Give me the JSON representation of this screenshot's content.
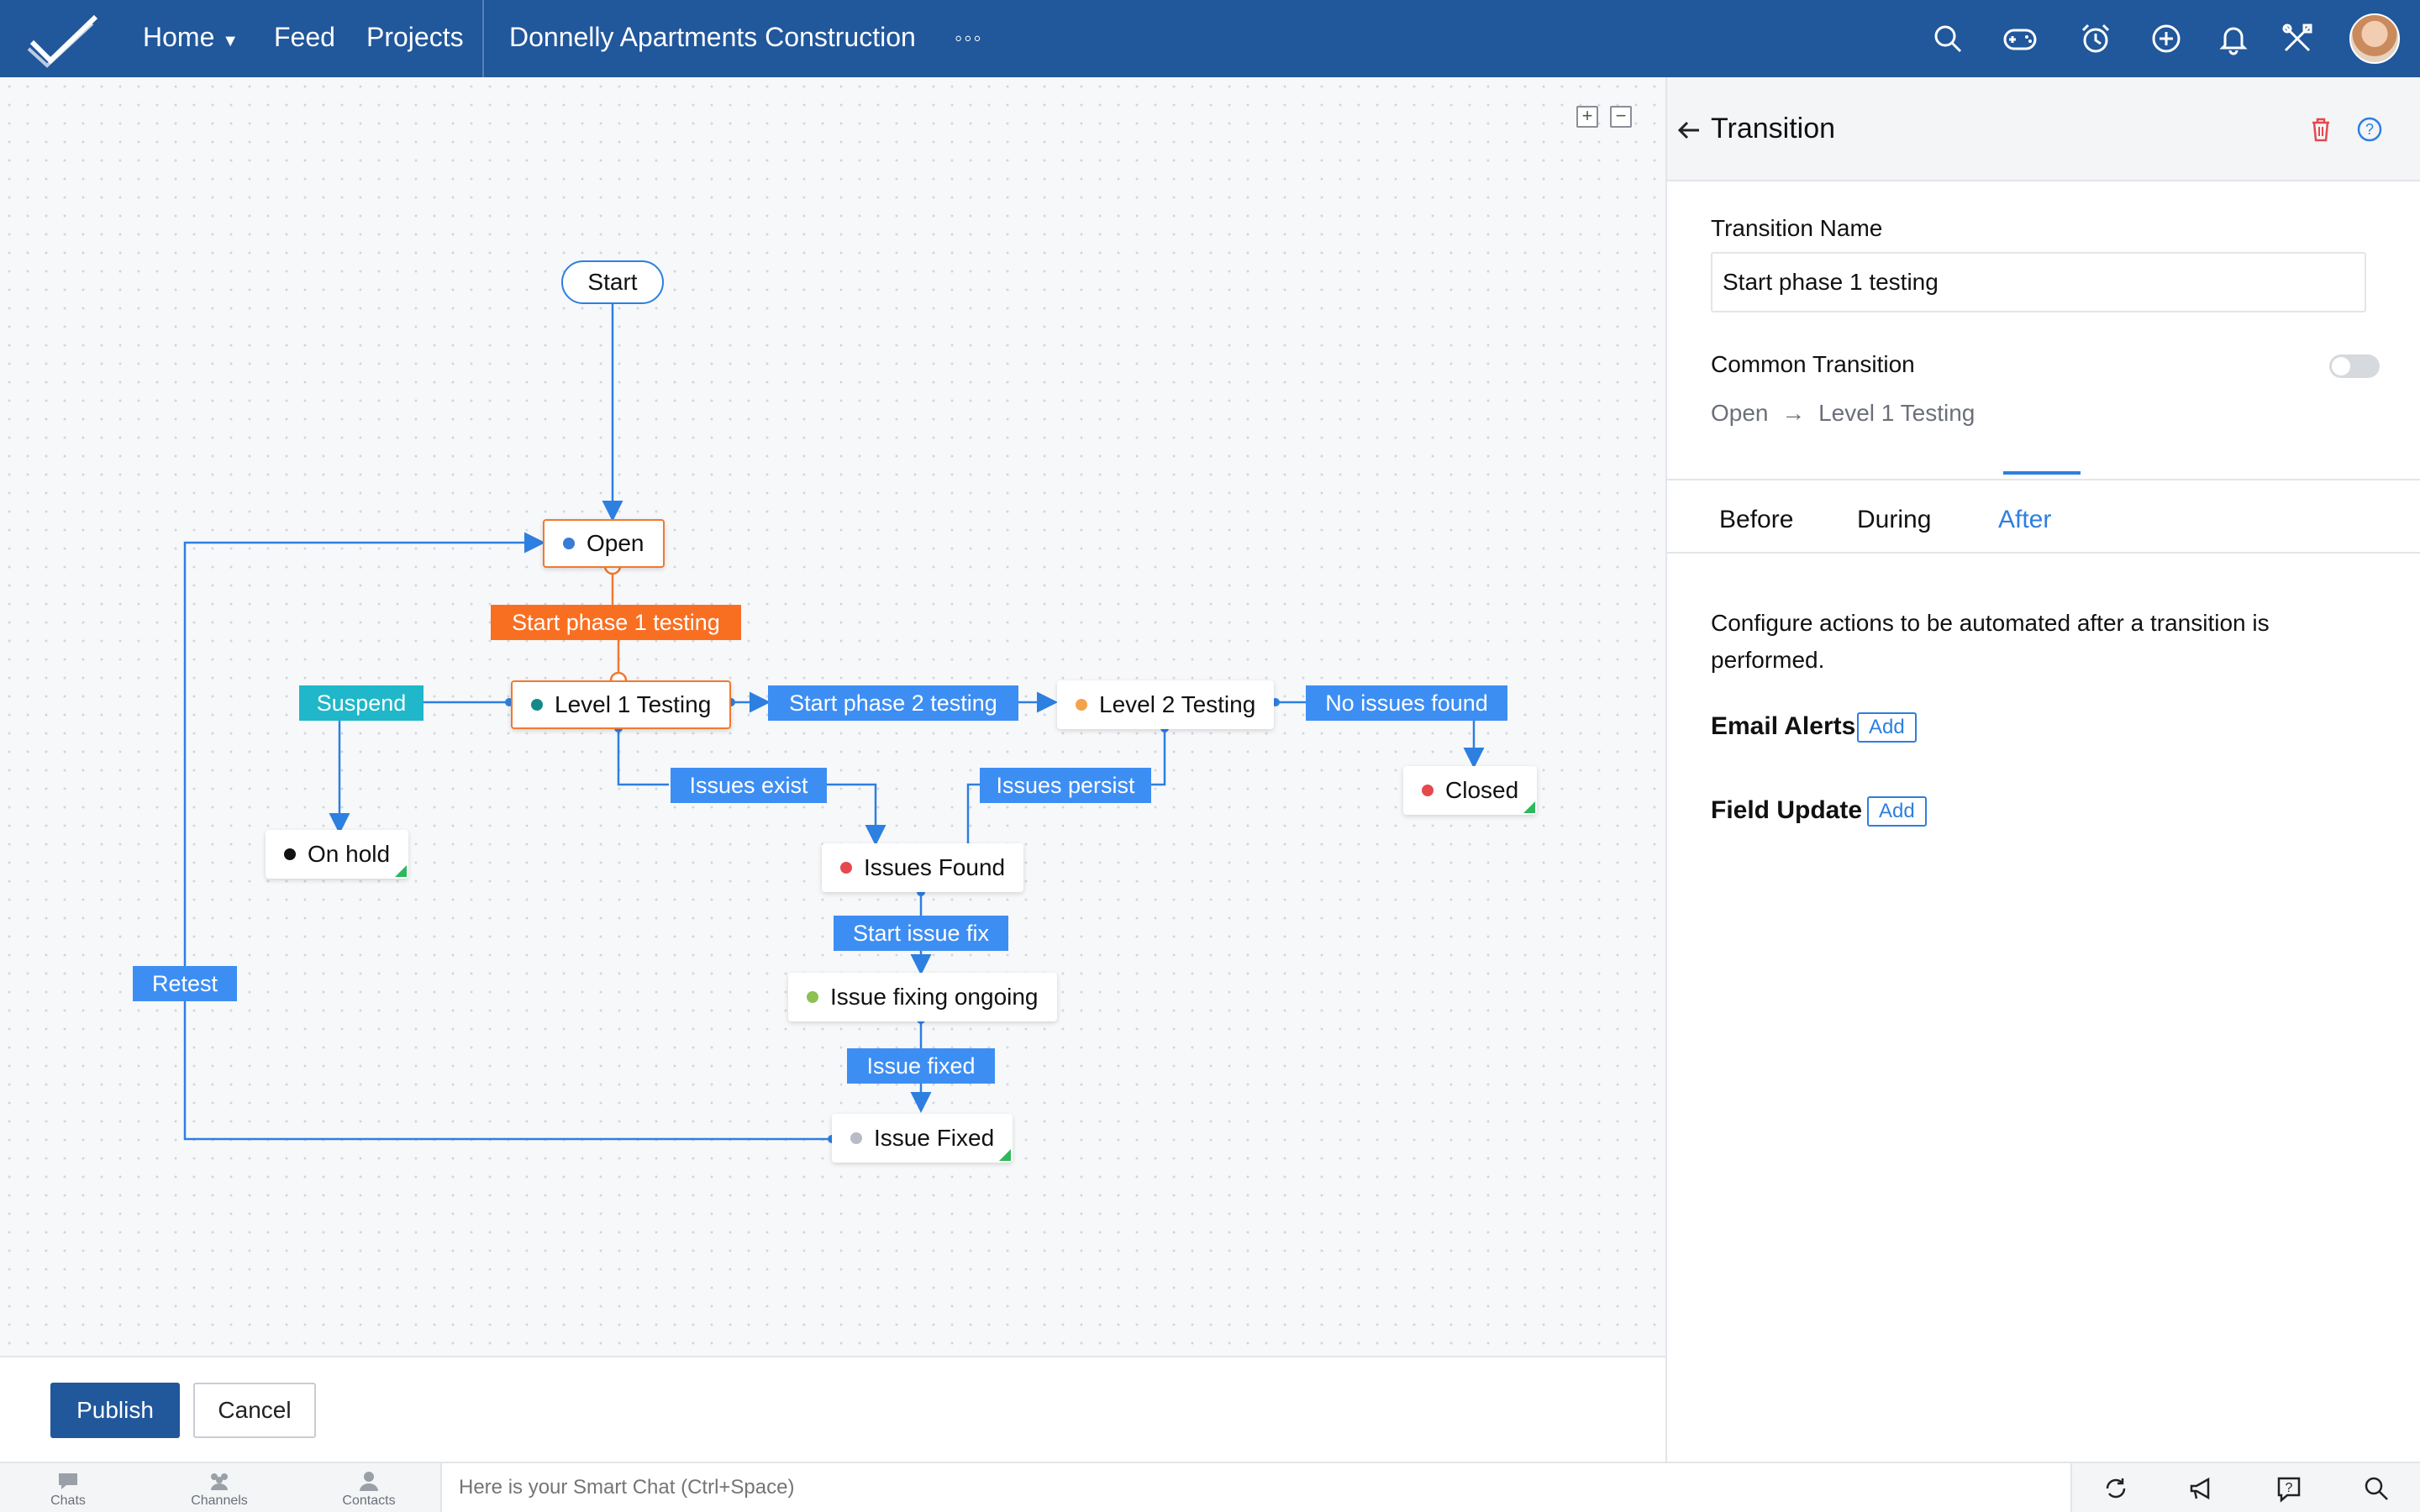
{
  "topbar": {
    "nav": [
      "Home",
      "Feed",
      "Projects"
    ],
    "project_title": "Donnelly Apartments Construction",
    "more": "◦◦◦",
    "icons": [
      "search-icon",
      "gamepad-icon",
      "alarm-clock-icon",
      "add-circle-icon",
      "bell-icon",
      "tools-icon"
    ]
  },
  "flow": {
    "start": "Start",
    "states": {
      "open": "Open",
      "level1": "Level 1 Testing",
      "level2": "Level 2 Testing",
      "closed": "Closed",
      "on_hold": "On hold",
      "issues_found": "Issues Found",
      "issue_fixing": "Issue fixing ongoing",
      "issue_fixed": "Issue Fixed"
    },
    "state_colors": {
      "open": "#3a7bd5",
      "level1": "#138a8a",
      "level2": "#f4a24b",
      "closed": "#e5484d",
      "on_hold": "#111111",
      "issues_found": "#e5484d",
      "issue_fixing": "#8cc152",
      "issue_fixed": "#b8bcc4"
    },
    "transitions": {
      "start_phase1": "Start phase 1 testing",
      "suspend": "Suspend",
      "start_phase2": "Start phase 2 testing",
      "no_issues": "No issues found",
      "issues_exist": "Issues exist",
      "issues_persist": "Issues persist",
      "start_issue_fix": "Start issue fix",
      "issue_fixed": "Issue fixed",
      "retest": "Retest"
    }
  },
  "actions": {
    "publish": "Publish",
    "cancel": "Cancel"
  },
  "panel": {
    "title": "Transition",
    "name_label": "Transition Name",
    "name_value": "Start phase 1 testing",
    "common_label": "Common Transition",
    "route_from": "Open",
    "route_arrow": "→",
    "route_to": "Level 1 Testing",
    "tabs": [
      "Before",
      "During",
      "After"
    ],
    "active_tab": "After",
    "description": "Configure actions to be automated after a transition is performed.",
    "email_alerts": "Email Alerts",
    "field_update": "Field Update",
    "add": "Add"
  },
  "chatbar": {
    "tabs": [
      "Chats",
      "Channels",
      "Contacts"
    ],
    "placeholder": "Here is your Smart Chat (Ctrl+Space)"
  },
  "colors": {
    "brand": "#21579b",
    "accent": "#2d7fe0",
    "transition": "#3d8ef3",
    "active_transition": "#f96f22",
    "suspend": "#1fb7c9"
  }
}
